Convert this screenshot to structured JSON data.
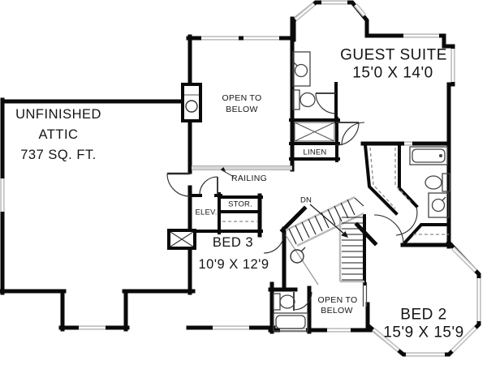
{
  "colors": {
    "wall_color": "#0a0a0a",
    "window_gray": "#c3c3c3",
    "railing_gray": "#d6d6d6",
    "text_color": "#151515",
    "background": "#ffffff"
  },
  "rooms": {
    "attic": {
      "line1": "UNFINISHED",
      "line2": "ATTIC",
      "line3": "737 SQ. FT."
    },
    "open_to_below_top": {
      "line1": "OPEN TO",
      "line2": "BELOW"
    },
    "guest_suite": {
      "name": "GUEST SUITE",
      "dims": "15'0 X 14'0"
    },
    "bed3": {
      "name": "BED 3",
      "dims": "10'9 X 12'9"
    },
    "open_to_below_bottom": {
      "line1": "OPEN TO",
      "line2": "BELOW"
    },
    "bed2": {
      "name": "BED 2",
      "dims": "15'9 X 15'9"
    }
  },
  "annotations": {
    "linen": "LINEN",
    "railing": "RAILING",
    "elevator": "ELEV.",
    "storage": "STOR.",
    "stairs_down": "DN"
  }
}
